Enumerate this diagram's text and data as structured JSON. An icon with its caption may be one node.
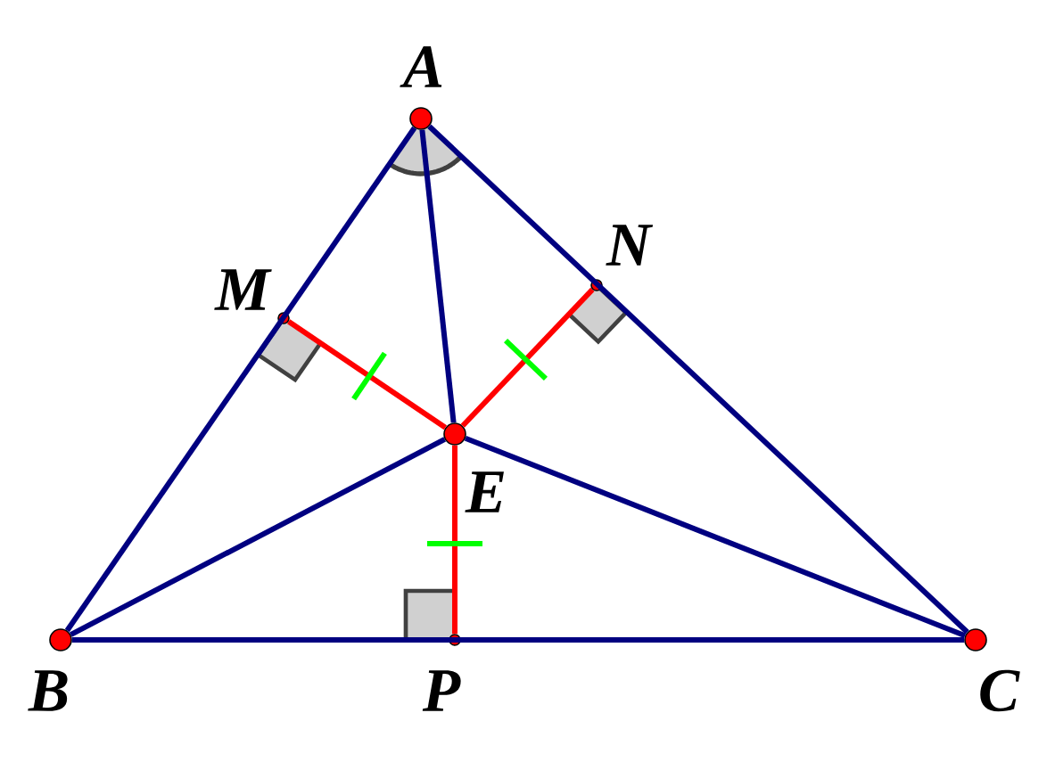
{
  "diagram": {
    "nodes": [
      {
        "text": [
          "A"
        ]
      },
      {
        "text": [
          "N"
        ]
      },
      {
        "text": [
          "M"
        ]
      },
      {
        "text": [
          "E"
        ]
      },
      {
        "text": [
          "B"
        ]
      },
      {
        "text": [
          "P"
        ]
      },
      {
        "text": [
          "C"
        ]
      }
    ],
    "edges": [
      {
        "from": 0,
        "to": 4,
        "arrow": "none"
      },
      {
        "from": 0,
        "to": 6,
        "arrow": "none"
      },
      {
        "from": 0,
        "to": 3,
        "arrow": "none"
      },
      {
        "from": 4,
        "to": 6,
        "arrow": "none"
      },
      {
        "from": 4,
        "to": 3,
        "arrow": "none"
      },
      {
        "from": 6,
        "to": 3,
        "arrow": "none"
      },
      {
        "from": 3,
        "to": 2,
        "arrow": "none",
        "color": "#ff0000"
      },
      {
        "from": 3,
        "to": 1,
        "arrow": "none",
        "color": "#ff0000"
      },
      {
        "from": 3,
        "to": 5,
        "arrow": "none",
        "color": "#ff0000"
      }
    ]
  }
}
